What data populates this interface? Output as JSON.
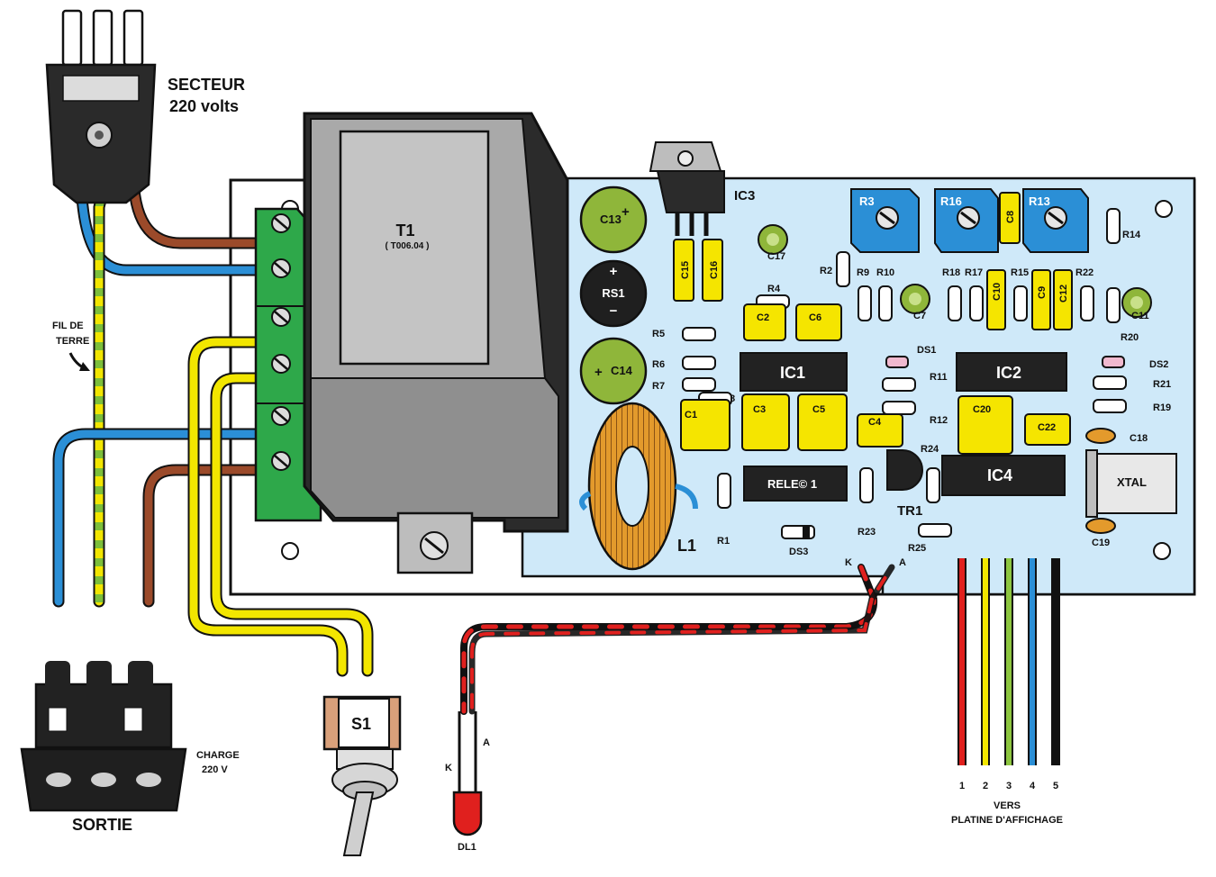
{
  "mains": {
    "title": "SECTEUR",
    "voltage": "220 volts"
  },
  "earth_note": {
    "line1": "FIL DE",
    "line2": "TERRE"
  },
  "transformer": {
    "ref": "T1",
    "model": "( T006.04 )"
  },
  "rectifier": {
    "ref": "RS1",
    "plus": "+",
    "minus": "−"
  },
  "inductor": "L1",
  "regulator": "IC3",
  "chips": {
    "ic1": "IC1",
    "ic2": "IC2",
    "ic4": "IC4",
    "relay": "RELE© 1",
    "xtal": "XTAL"
  },
  "transistor": "TR1",
  "trimmers": {
    "r3": "R3",
    "r16": "R16",
    "r13": "R13"
  },
  "resistors": {
    "r1": "R1",
    "r2": "R2",
    "r4": "R4",
    "r5": "R5",
    "r6": "R6",
    "r7": "R7",
    "r8": "R8",
    "r9": "R9",
    "r10": "R10",
    "r11": "R11",
    "r12": "R12",
    "r14": "R14",
    "r15": "R15",
    "r17": "R17",
    "r18": "R18",
    "r19": "R19",
    "r20": "R20",
    "r21": "R21",
    "r22": "R22",
    "r23": "R23",
    "r24": "R24",
    "r25": "R25"
  },
  "capacitors": {
    "c1": "C1",
    "c2": "C2",
    "c3": "C3",
    "c4": "C4",
    "c5": "C5",
    "c6": "C6",
    "c7": "C7",
    "c8": "C8",
    "c9": "C9",
    "c10": "C10",
    "c11": "C11",
    "c12": "C12",
    "c13": "C13",
    "c14": "C14",
    "c15": "C15",
    "c16": "C16",
    "c17": "C17",
    "c18": "C18",
    "c19": "C19",
    "c20": "C20",
    "c22": "C22"
  },
  "diodes": {
    "ds1": "DS1",
    "ds2": "DS2",
    "ds3": "DS3"
  },
  "led": {
    "ref": "DL1",
    "k": "K",
    "a": "A"
  },
  "led_pads": {
    "k": "K",
    "a": "A"
  },
  "output": {
    "title": "SORTIE",
    "charge_line1": "CHARGE",
    "charge_line2": "220 V"
  },
  "switch": "S1",
  "display_connector": {
    "pins": [
      "1",
      "2",
      "3",
      "4",
      "5"
    ],
    "pin_colors": [
      "#e0201e",
      "#f2e600",
      "#8dc63f",
      "#2b8fd6",
      "#111111"
    ],
    "line1": "VERS",
    "line2": "PLATINE D'AFFICHAGE"
  },
  "colors": {
    "pcb": "#cfe9f9",
    "component_yellow": "#f5e500",
    "electrolytic_green": "#8fb63a",
    "terminal_green": "#2ea84a",
    "trimmer_blue": "#2b8fd6",
    "wire_brown": "#9b4a2a",
    "wire_blue": "#2b8fd6",
    "wire_yellow": "#f2e600",
    "toroid_orange": "#e39a2c"
  }
}
